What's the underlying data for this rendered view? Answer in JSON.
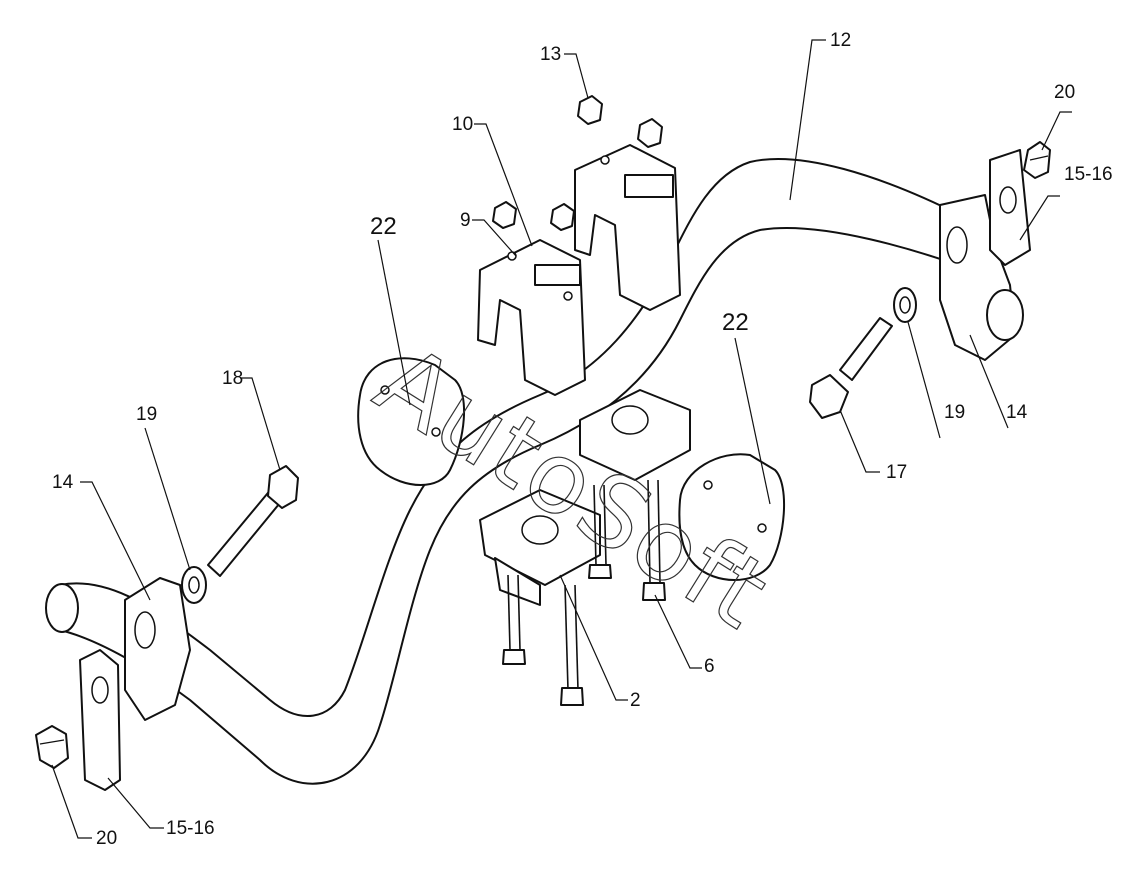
{
  "watermark": "AutoSoft",
  "callouts": {
    "c12": "12",
    "c13": "13",
    "c10": "10",
    "c9": "9",
    "c20_top": "20",
    "c1516_top": "15-16",
    "c22_left": "22",
    "c22_right": "22",
    "c18": "18",
    "c19_left": "19",
    "c19_right": "19",
    "c14_left": "14",
    "c14_right": "14",
    "c17": "17",
    "c6": "6",
    "c2": "2",
    "c20_bottom": "20",
    "c1516_bottom": "15-16"
  }
}
